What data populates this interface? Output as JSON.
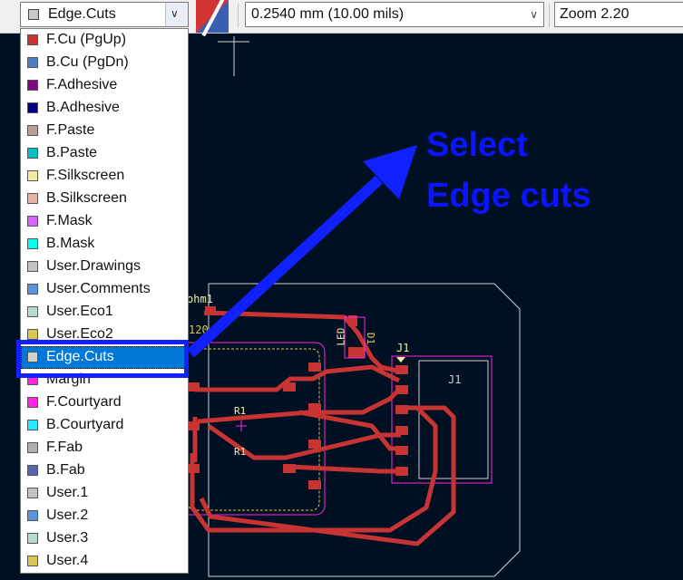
{
  "toolbar": {
    "layer_selector": {
      "value": "Edge.Cuts",
      "swatch_color": "#c8c8c8"
    },
    "grid_selector": {
      "value": "0.2540 mm (10.00 mils)"
    },
    "zoom_selector": {
      "value": "Zoom 2.20"
    }
  },
  "layer_dropdown": {
    "items": [
      {
        "label": "F.Cu (PgUp)",
        "color": "#c83434"
      },
      {
        "label": "B.Cu (PgDn)",
        "color": "#4d7fc4"
      },
      {
        "label": "F.Adhesive",
        "color": "#840084"
      },
      {
        "label": "B.Adhesive",
        "color": "#000084"
      },
      {
        "label": "F.Paste",
        "color": "#b4a09a"
      },
      {
        "label": "B.Paste",
        "color": "#00c2c2"
      },
      {
        "label": "F.Silkscreen",
        "color": "#f2eda1"
      },
      {
        "label": "B.Silkscreen",
        "color": "#e8b2a7"
      },
      {
        "label": "F.Mask",
        "color": "#d864ff"
      },
      {
        "label": "B.Mask",
        "color": "#02ffee"
      },
      {
        "label": "User.Drawings",
        "color": "#c2c2c2"
      },
      {
        "label": "User.Comments",
        "color": "#5994dc"
      },
      {
        "label": "User.Eco1",
        "color": "#b4dbd2"
      },
      {
        "label": "User.Eco2",
        "color": "#d8c852"
      },
      {
        "label": "Edge.Cuts",
        "color": "#d0d2cd"
      },
      {
        "label": "Margin",
        "color": "#ff26e2"
      },
      {
        "label": "F.Courtyard",
        "color": "#ff26e2"
      },
      {
        "label": "B.Courtyard",
        "color": "#26e9ff"
      },
      {
        "label": "F.Fab",
        "color": "#afafaf"
      },
      {
        "label": "B.Fab",
        "color": "#5866aa"
      },
      {
        "label": "User.1",
        "color": "#c2c2c2"
      },
      {
        "label": "User.2",
        "color": "#5994dc"
      },
      {
        "label": "User.3",
        "color": "#b4dbd2"
      },
      {
        "label": "User.4",
        "color": "#d8c852"
      }
    ],
    "selected_index": 14
  },
  "annotation": {
    "line1": "Select",
    "line2": "Edge cuts",
    "color": "#0a14ff"
  },
  "board": {
    "ref_partial": "ohm1",
    "value_partial": "120",
    "led_ref": "LED",
    "led_val": "D1",
    "connector_ref": "J1",
    "connector_body": "J1",
    "resistor_partial": "R1"
  }
}
